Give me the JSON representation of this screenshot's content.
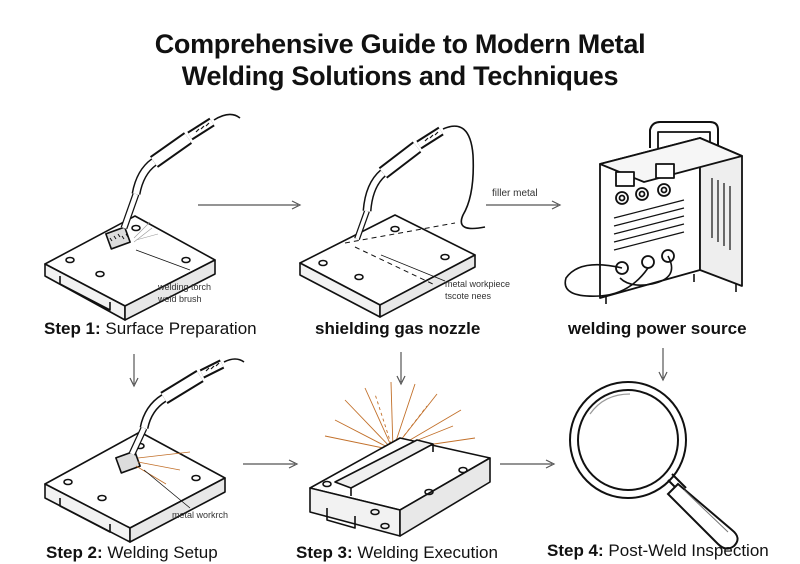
{
  "title": {
    "line1": "Comprehensive Guide to Modern Metal",
    "line2": "Welding Solutions and Techniques"
  },
  "panels": [
    {
      "step": "Step 1:",
      "name": "Surface Preparation",
      "callouts": [
        "welding torch",
        "weld brush"
      ]
    },
    {
      "name": "shielding gas nozzle",
      "callouts": [
        "filler metal",
        "metal workpiece",
        "tscote nees"
      ]
    },
    {
      "name": "welding power source",
      "callouts": []
    },
    {
      "step": "Step 2:",
      "name": "Welding Setup",
      "callouts": [
        "metal workrch"
      ]
    },
    {
      "step": "Step 3:",
      "name": "Welding Execution",
      "callouts": []
    },
    {
      "step": "Step 4:",
      "name": "Post-Weld Inspection",
      "callouts": []
    }
  ]
}
